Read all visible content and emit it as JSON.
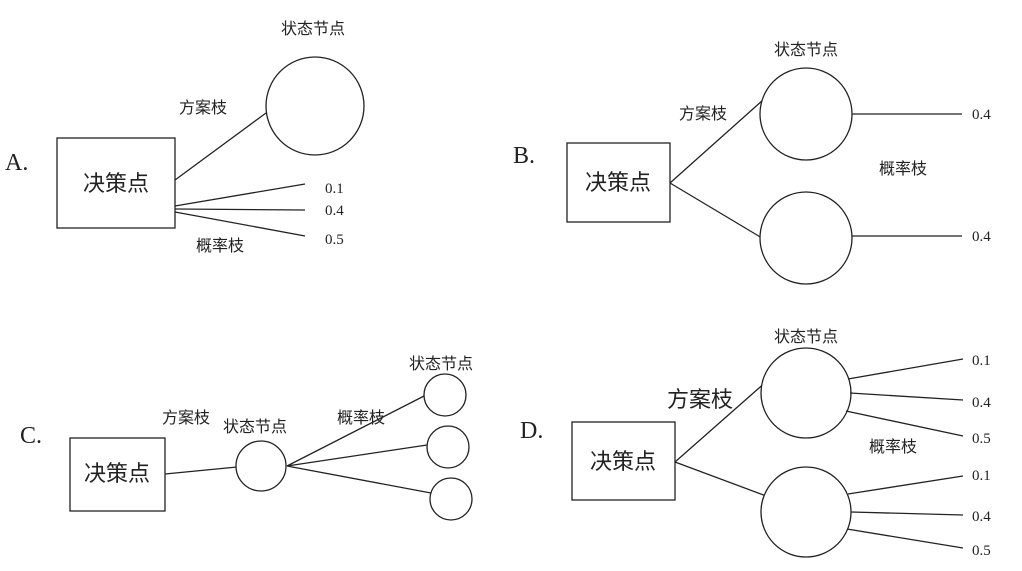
{
  "labels": {
    "decision_node": "决策点",
    "state_node": "状态节点",
    "scheme_branch": "方案枝",
    "probability_branch": "概率枝"
  },
  "options": {
    "A": {
      "letter": "A.",
      "probabilities": [
        "0.1",
        "0.4",
        "0.5"
      ]
    },
    "B": {
      "letter": "B.",
      "probabilities": [
        "0.4",
        "0.4"
      ]
    },
    "C": {
      "letter": "C."
    },
    "D": {
      "letter": "D.",
      "probabilities_top": [
        "0.1",
        "0.4",
        "0.5"
      ],
      "probabilities_bottom": [
        "0.1",
        "0.4",
        "0.5"
      ]
    }
  }
}
